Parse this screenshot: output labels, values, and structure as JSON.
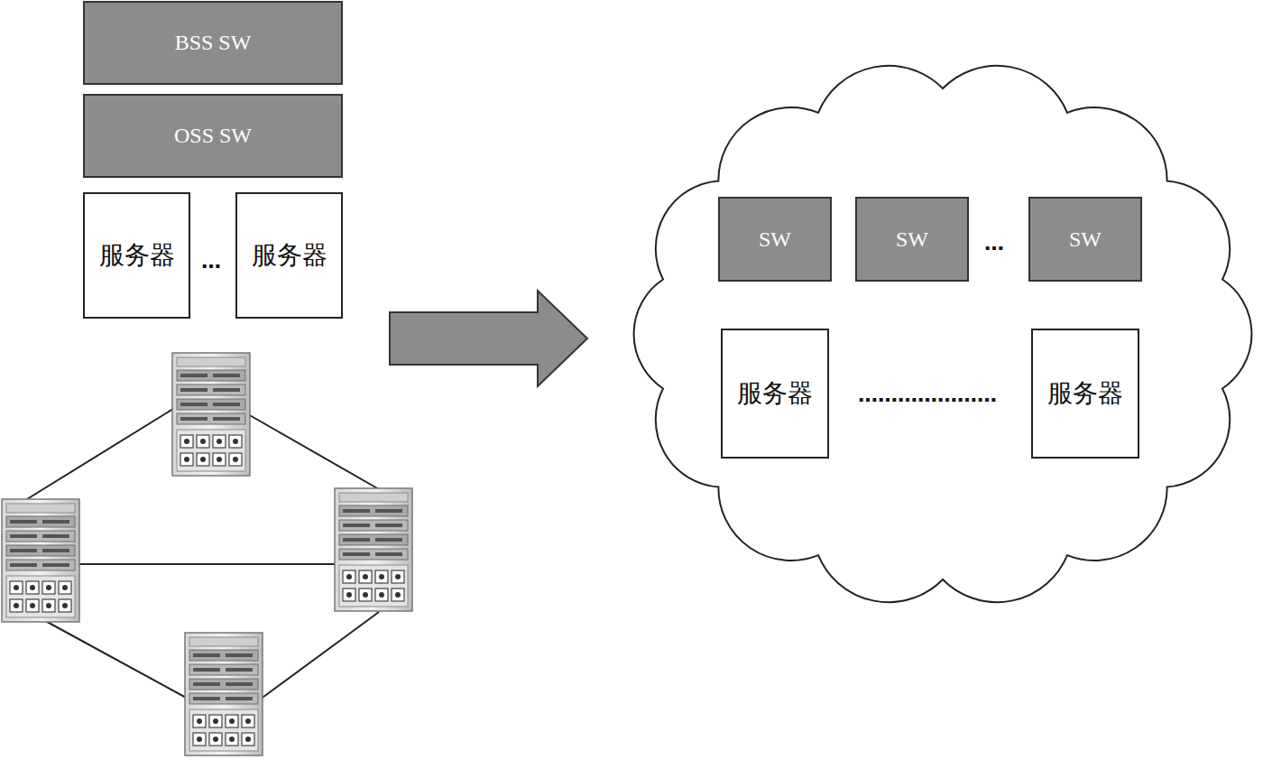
{
  "diagram": {
    "nodes": [
      {
        "text": [
          "BSS SW"
        ]
      },
      {
        "text": [
          "OSS SW"
        ]
      },
      {
        "text": [
          "服务器"
        ]
      },
      {
        "text": [
          "服务器"
        ]
      },
      {
        "text": [
          "SW"
        ]
      },
      {
        "text": [
          "SW"
        ]
      },
      {
        "text": [
          "SW"
        ]
      },
      {
        "text": [
          "服务器"
        ]
      },
      {
        "text": [
          "服务器"
        ]
      }
    ],
    "labels": [
      "…",
      "…",
      "…………………"
    ]
  }
}
